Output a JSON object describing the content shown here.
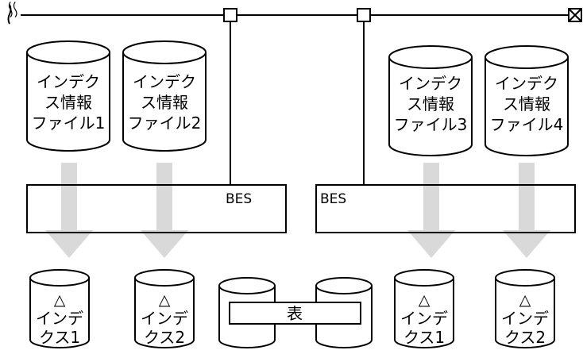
{
  "index_info_files": [
    {
      "line1": "インデク",
      "line2": "ス情報",
      "line3": "ファイル1"
    },
    {
      "line1": "インデク",
      "line2": "ス情報",
      "line3": "ファイル2"
    },
    {
      "line1": "インデク",
      "line2": "ス情報",
      "line3": "ファイル3"
    },
    {
      "line1": "インデク",
      "line2": "ス情報",
      "line3": "ファイル4"
    }
  ],
  "bes_labels": [
    "BES",
    "BES"
  ],
  "indexes": [
    {
      "marker": "△",
      "line1": "インデ",
      "line2": "クス1"
    },
    {
      "marker": "△",
      "line1": "インデ",
      "line2": "クス2"
    },
    {
      "marker": "△",
      "line1": "インデ",
      "line2": "クス1"
    },
    {
      "marker": "△",
      "line1": "インデ",
      "line2": "クス2"
    }
  ],
  "table_label": "表",
  "colors": {
    "arrow": "#d9d9d9",
    "line": "#000000"
  }
}
